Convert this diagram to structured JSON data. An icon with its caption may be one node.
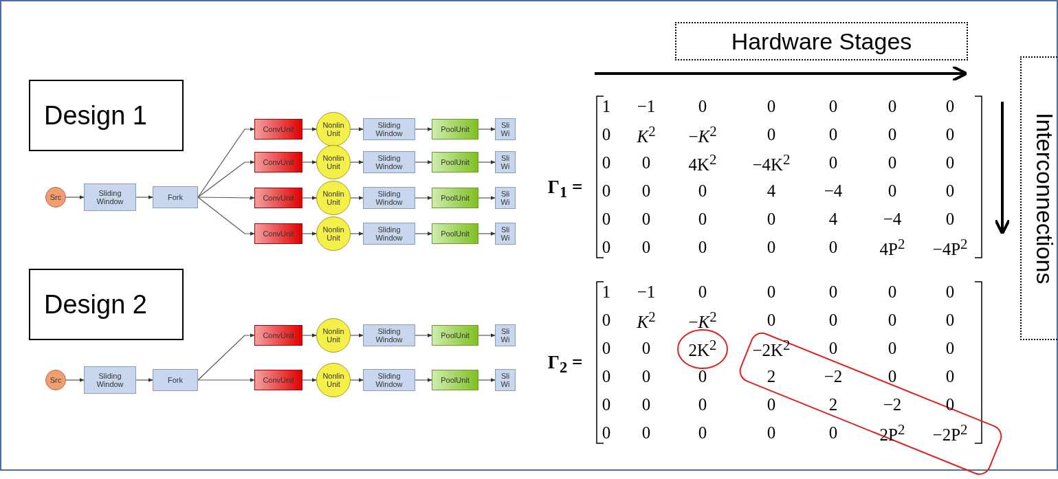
{
  "diagram": {
    "nodes": [
      {
        "text": [
          "Design 1"
        ]
      },
      {
        "text": [
          "Design 2"
        ]
      },
      {
        "text": [
          "Hardware Stages"
        ]
      },
      {
        "text": [
          "Interconnections"
        ]
      },
      {
        "text": [
          "Src"
        ]
      },
      {
        "text": [
          "Sliding Window"
        ]
      },
      {
        "text": [
          "Fork"
        ]
      },
      {
        "text": [
          "ConvUnit"
        ]
      },
      {
        "text": [
          "Nonlin Unit"
        ]
      },
      {
        "text": [
          "Sliding Window"
        ]
      },
      {
        "text": [
          "PoolUnit"
        ]
      },
      {
        "text": [
          "Sli Wi"
        ]
      },
      {
        "text": [
          "ConvUnit"
        ]
      },
      {
        "text": [
          "Nonlin Unit"
        ]
      },
      {
        "text": [
          "Sliding Window"
        ]
      },
      {
        "text": [
          "PoolUnit"
        ]
      },
      {
        "text": [
          "Sli Wi"
        ]
      },
      {
        "text": [
          "ConvUnit"
        ]
      },
      {
        "text": [
          "Nonlin Unit"
        ]
      },
      {
        "text": [
          "Sliding Window"
        ]
      },
      {
        "text": [
          "PoolUnit"
        ]
      },
      {
        "text": [
          "Sli Wi"
        ]
      },
      {
        "text": [
          "ConvUnit"
        ]
      },
      {
        "text": [
          "Nonlin Unit"
        ]
      },
      {
        "text": [
          "Sliding Window"
        ]
      },
      {
        "text": [
          "PoolUnit"
        ]
      },
      {
        "text": [
          "Sli Wi"
        ]
      },
      {
        "text": [
          "Src"
        ]
      },
      {
        "text": [
          "Sliding Window"
        ]
      },
      {
        "text": [
          "Fork"
        ]
      },
      {
        "text": [
          "ConvUnit"
        ]
      },
      {
        "text": [
          "Nonlin Unit"
        ]
      },
      {
        "text": [
          "Sliding Window"
        ]
      },
      {
        "text": [
          "PoolUnit"
        ]
      },
      {
        "text": [
          "Sli Wi"
        ]
      },
      {
        "text": [
          "ConvUnit"
        ]
      },
      {
        "text": [
          "Nonlin Unit"
        ]
      },
      {
        "text": [
          "Sliding Window"
        ]
      },
      {
        "text": [
          "PoolUnit"
        ]
      },
      {
        "text": [
          "Sli Wi"
        ]
      }
    ],
    "edges": [
      {
        "from": 4,
        "to": 5,
        "arrow": "to"
      },
      {
        "from": 5,
        "to": 6,
        "arrow": "to"
      },
      {
        "from": 6,
        "to": 7,
        "arrow": "to"
      },
      {
        "from": 6,
        "to": 12,
        "arrow": "to"
      },
      {
        "from": 6,
        "to": 17,
        "arrow": "to"
      },
      {
        "from": 6,
        "to": 22,
        "arrow": "to"
      },
      {
        "from": 7,
        "to": 8,
        "arrow": "to"
      },
      {
        "from": 8,
        "to": 9,
        "arrow": "to"
      },
      {
        "from": 9,
        "to": 10,
        "arrow": "to"
      },
      {
        "from": 10,
        "to": 11,
        "arrow": "to"
      },
      {
        "from": 12,
        "to": 13,
        "arrow": "to"
      },
      {
        "from": 13,
        "to": 14,
        "arrow": "to"
      },
      {
        "from": 14,
        "to": 15,
        "arrow": "to"
      },
      {
        "from": 15,
        "to": 16,
        "arrow": "to"
      },
      {
        "from": 17,
        "to": 18,
        "arrow": "to"
      },
      {
        "from": 18,
        "to": 19,
        "arrow": "to"
      },
      {
        "from": 19,
        "to": 20,
        "arrow": "to"
      },
      {
        "from": 20,
        "to": 21,
        "arrow": "to"
      },
      {
        "from": 22,
        "to": 23,
        "arrow": "to"
      },
      {
        "from": 23,
        "to": 24,
        "arrow": "to"
      },
      {
        "from": 24,
        "to": 25,
        "arrow": "to"
      },
      {
        "from": 25,
        "to": 26,
        "arrow": "to"
      },
      {
        "from": 27,
        "to": 28,
        "arrow": "to"
      },
      {
        "from": 28,
        "to": 29,
        "arrow": "to"
      },
      {
        "from": 29,
        "to": 30,
        "arrow": "to"
      },
      {
        "from": 29,
        "to": 35,
        "arrow": "to"
      },
      {
        "from": 30,
        "to": 31,
        "arrow": "to"
      },
      {
        "from": 31,
        "to": 32,
        "arrow": "to"
      },
      {
        "from": 32,
        "to": 33,
        "arrow": "to"
      },
      {
        "from": 33,
        "to": 34,
        "arrow": "to"
      },
      {
        "from": 35,
        "to": 36,
        "arrow": "to"
      },
      {
        "from": 36,
        "to": 37,
        "arrow": "to"
      },
      {
        "from": 37,
        "to": 38,
        "arrow": "to"
      },
      {
        "from": 38,
        "to": 39,
        "arrow": "to"
      }
    ],
    "labels": [
      "Γ$_{1}$ =",
      "1",
      "−1",
      "0",
      "0",
      "0",
      "0",
      "0",
      "0",
      "*K*$^{2}$",
      "−*K*$^{2}$",
      "0",
      "0",
      "0",
      "0",
      "0",
      "0",
      "4K$^{2}$",
      "−4K$^{2}$",
      "0",
      "0",
      "0",
      "0",
      "0",
      "0",
      "4",
      "−4",
      "0",
      "0",
      "0",
      "0",
      "0",
      "0",
      "4",
      "−4",
      "0",
      "0",
      "0",
      "0",
      "0",
      "0",
      "4P$^{2}$",
      "−4P$^{2}$",
      "Γ$_{2}$ =",
      "1",
      "−1",
      "0",
      "0",
      "0",
      "0",
      "0",
      "0",
      "*K*$^{2}$",
      "−*K*$^{2}$",
      "0",
      "0",
      "0",
      "0",
      "0",
      "0",
      "2K$^{2}$",
      "−2K$^{2}$",
      "0",
      "0",
      "0",
      "0",
      "0",
      "0",
      "2",
      "−2",
      "0",
      "0",
      "0",
      "0",
      "0",
      "0",
      "2",
      "−2",
      "0",
      "0",
      "0",
      "0",
      "0",
      "0",
      "2P$^{2}$",
      "−2P$^{2}$"
    ]
  }
}
